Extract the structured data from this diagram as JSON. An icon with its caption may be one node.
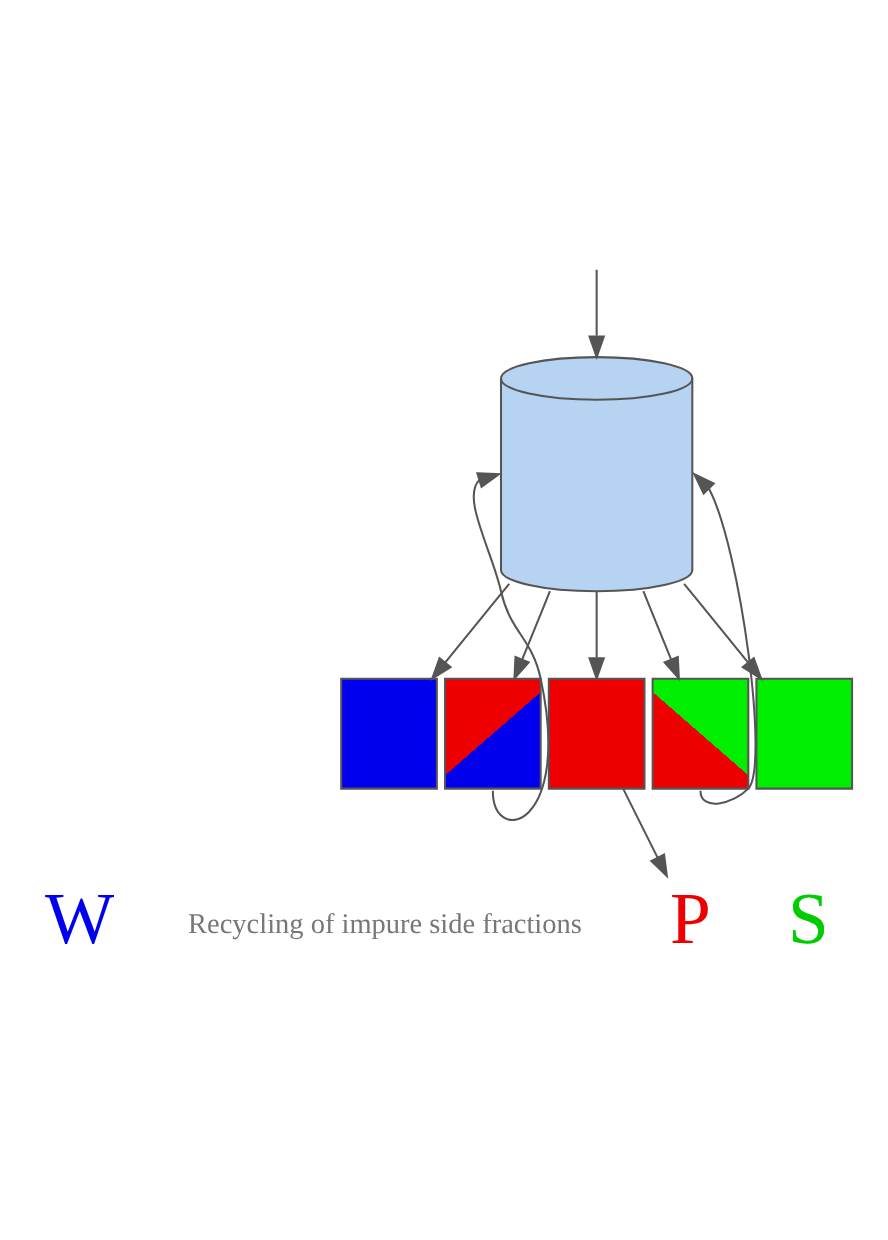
{
  "diagram": {
    "nodes": [
      {
        "text": [],
        "shape": "cylinder"
      },
      {
        "text": [],
        "shape": "box"
      },
      {
        "text": [],
        "shape": "box"
      },
      {
        "text": [],
        "shape": "box"
      },
      {
        "text": [],
        "shape": "box"
      },
      {
        "text": [],
        "shape": "box"
      },
      {
        "text": [
          "P"
        ]
      }
    ],
    "edges": [
      {
        "from": null,
        "to": 0,
        "arrow": "to"
      },
      {
        "from": 0,
        "to": 1,
        "arrow": "to"
      },
      {
        "from": 0,
        "to": 2,
        "arrow": "to"
      },
      {
        "from": 0,
        "to": 3,
        "arrow": "to"
      },
      {
        "from": 0,
        "to": 4,
        "arrow": "to"
      },
      {
        "from": 0,
        "to": 5,
        "arrow": "to"
      },
      {
        "from": 2,
        "to": 0,
        "arrow": "to"
      },
      {
        "from": 4,
        "to": 0,
        "arrow": "to"
      },
      {
        "from": 3,
        "to": 6,
        "arrow": "to"
      }
    ],
    "labels": [
      "W",
      "S",
      "Recycling of impure side fractions"
    ]
  }
}
